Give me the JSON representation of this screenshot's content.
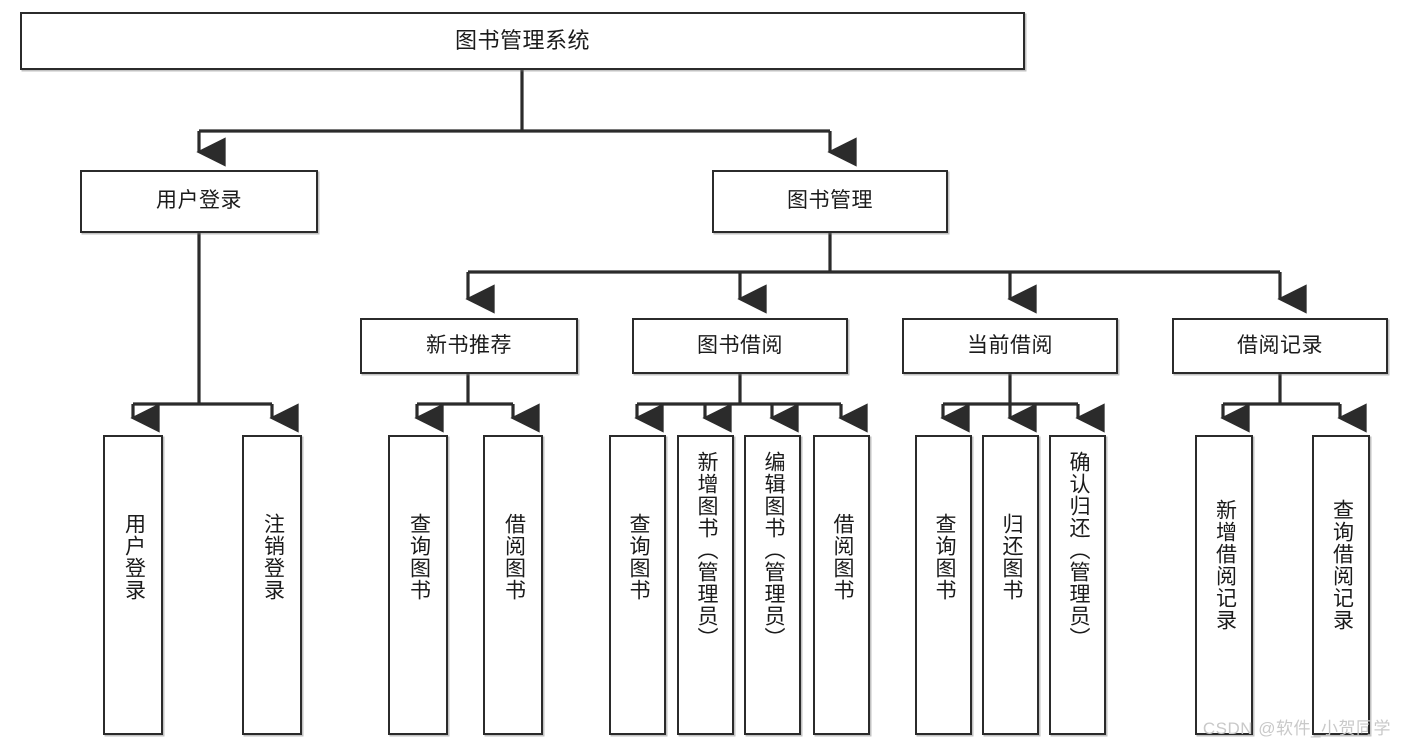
{
  "diagram": {
    "type": "tree-hierarchy",
    "title": "图书管理系统",
    "orientation": "top-down",
    "colors": {
      "stroke": "#2b2b2b",
      "fill": "#ffffff",
      "text": "#1b1b1b",
      "watermark": "#c9c9c9"
    },
    "levels": 4
  },
  "root": {
    "label": "图书管理系统"
  },
  "level2": [
    {
      "id": "user-login",
      "label": "用户登录"
    },
    {
      "id": "book-manage",
      "label": "图书管理"
    }
  ],
  "level3": [
    {
      "id": "new-book-recommend",
      "label": "新书推荐",
      "parent": "book-manage"
    },
    {
      "id": "book-borrow",
      "label": "图书借阅",
      "parent": "book-manage"
    },
    {
      "id": "current-borrow",
      "label": "当前借阅",
      "parent": "book-manage"
    },
    {
      "id": "borrow-record",
      "label": "借阅记录",
      "parent": "book-manage"
    }
  ],
  "leaves": {
    "user-login": [
      {
        "id": "leaf-user-login",
        "label": "用户登录"
      },
      {
        "id": "leaf-user-logout",
        "label": "注销登录"
      }
    ],
    "new-book-recommend": [
      {
        "id": "leaf-query-book-1",
        "label": "查询图书"
      },
      {
        "id": "leaf-borrow-book-1",
        "label": "借阅图书"
      }
    ],
    "book-borrow": [
      {
        "id": "leaf-query-book-2",
        "label": "查询图书"
      },
      {
        "id": "leaf-add-book",
        "label": "新增图书（管理员）"
      },
      {
        "id": "leaf-edit-book",
        "label": "编辑图书（管理员）"
      },
      {
        "id": "leaf-borrow-book-2",
        "label": "借阅图书"
      }
    ],
    "current-borrow": [
      {
        "id": "leaf-query-book-3",
        "label": "查询图书"
      },
      {
        "id": "leaf-return-book",
        "label": "归还图书"
      },
      {
        "id": "leaf-confirm-return",
        "label": "确认归还（管理员）"
      }
    ],
    "borrow-record": [
      {
        "id": "leaf-add-record",
        "label": "新增借阅记录"
      },
      {
        "id": "leaf-query-record",
        "label": "查询借阅记录"
      }
    ]
  },
  "watermark": {
    "text": "CSDN @软件_小贺同学"
  }
}
